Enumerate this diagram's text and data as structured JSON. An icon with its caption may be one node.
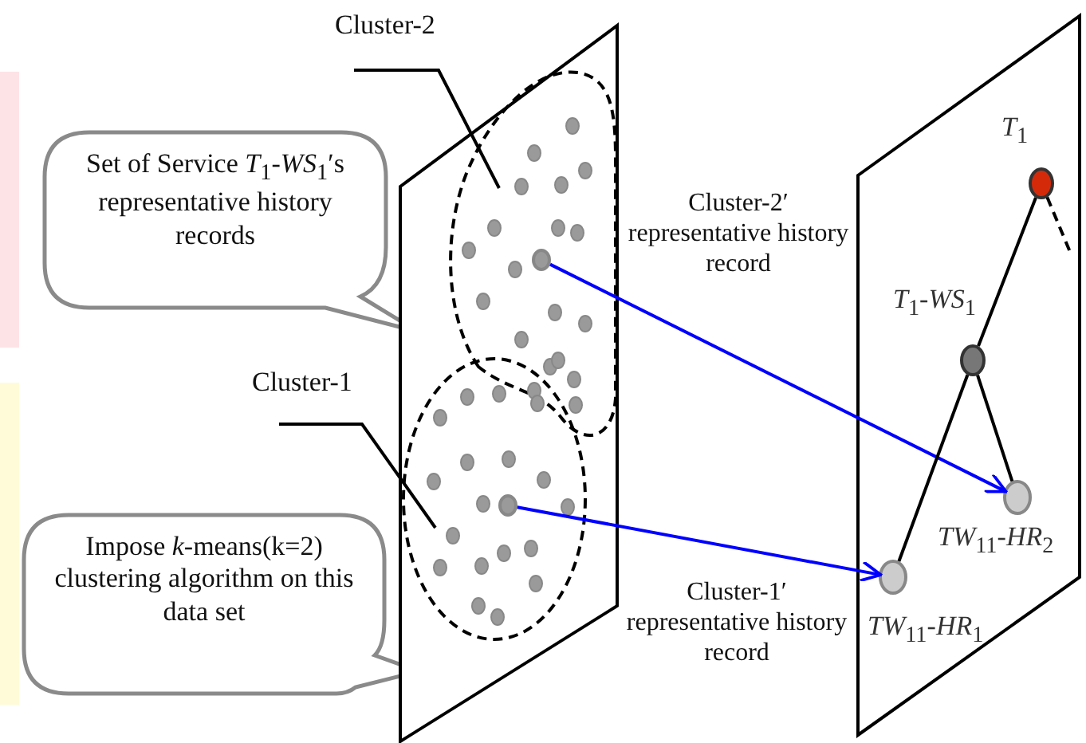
{
  "diagram": {
    "nodes": [
      {
        "text": [
          "Set of Service *T*$_{1}$-*WS*$_{1}$′s representative history records"
        ]
      },
      {
        "text": [
          "Impose *k*-means(k=2) clustering algorithm on this data set"
        ]
      },
      {
        "text": [
          "Cluster-2"
        ]
      },
      {
        "text": [
          "Cluster-1"
        ]
      },
      {
        "text": [],
        "shape": "box"
      },
      {
        "text": [],
        "shape": "cloud",
        "in": 4
      },
      {
        "text": [],
        "shape": "circle",
        "in": 4
      },
      {
        "text": [],
        "shape": "circle",
        "in": 5
      },
      {
        "text": [],
        "shape": "circle",
        "in": 6
      },
      {
        "text": [],
        "shape": "box"
      },
      {
        "text": [
          "*T*$_{1}$"
        ],
        "in": 9
      },
      {
        "text": [
          "*T*$_{1}$-*WS*$_{1}$"
        ],
        "in": 9
      },
      {
        "text": [
          "*TW*$_{11}$-*HR*$_{2}$"
        ],
        "in": 9
      },
      {
        "text": [
          "*TW*$_{11}$-*HR*$_{1}$"
        ],
        "in": 9
      }
    ],
    "edges": [
      {
        "from": 2,
        "to": 5,
        "arrow": "none"
      },
      {
        "from": 3,
        "to": 6,
        "arrow": "none"
      },
      {
        "from": 7,
        "to": 12,
        "arrow": "to",
        "label": "Cluster-2′ representative history record",
        "color": "#0000ff"
      },
      {
        "from": 8,
        "to": 13,
        "arrow": "to",
        "label": "Cluster-1′ representative history record",
        "color": "#0000ff"
      },
      {
        "from": 10,
        "to": 11,
        "arrow": "none"
      },
      {
        "from": 11,
        "to": 12,
        "arrow": "none"
      },
      {
        "from": 11,
        "to": 13,
        "arrow": "none"
      },
      {
        "from": 10,
        "to": null,
        "arrow": "none",
        "style": "dashed"
      }
    ]
  }
}
